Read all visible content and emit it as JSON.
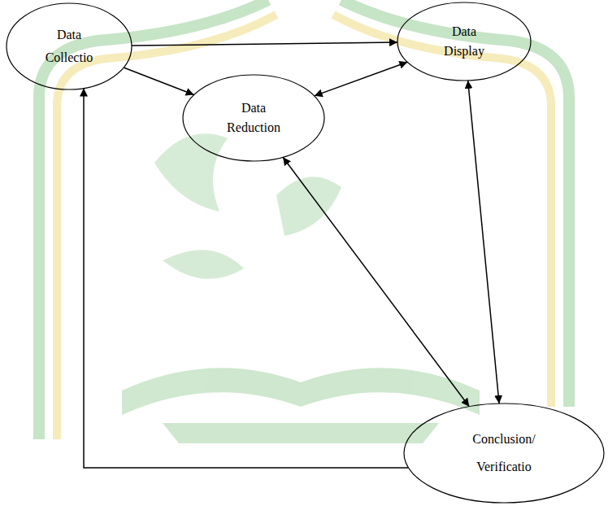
{
  "diagram": {
    "nodes": [
      {
        "text": [
          "Data Collectio"
        ]
      },
      {
        "text": [
          "Data Display"
        ]
      },
      {
        "text": [
          "Data Reduction"
        ]
      },
      {
        "text": [
          "Conclusion/ Verificatio"
        ]
      }
    ],
    "edges": [
      {
        "from": 0,
        "to": 1,
        "arrow": "to"
      },
      {
        "from": 0,
        "to": 2,
        "arrow": "to"
      },
      {
        "from": 2,
        "to": 1,
        "arrow": "both"
      },
      {
        "from": 1,
        "to": 3,
        "arrow": "both"
      },
      {
        "from": 2,
        "to": 3,
        "arrow": "both"
      },
      {
        "from": 3,
        "to": 0,
        "arrow": "to"
      }
    ]
  }
}
